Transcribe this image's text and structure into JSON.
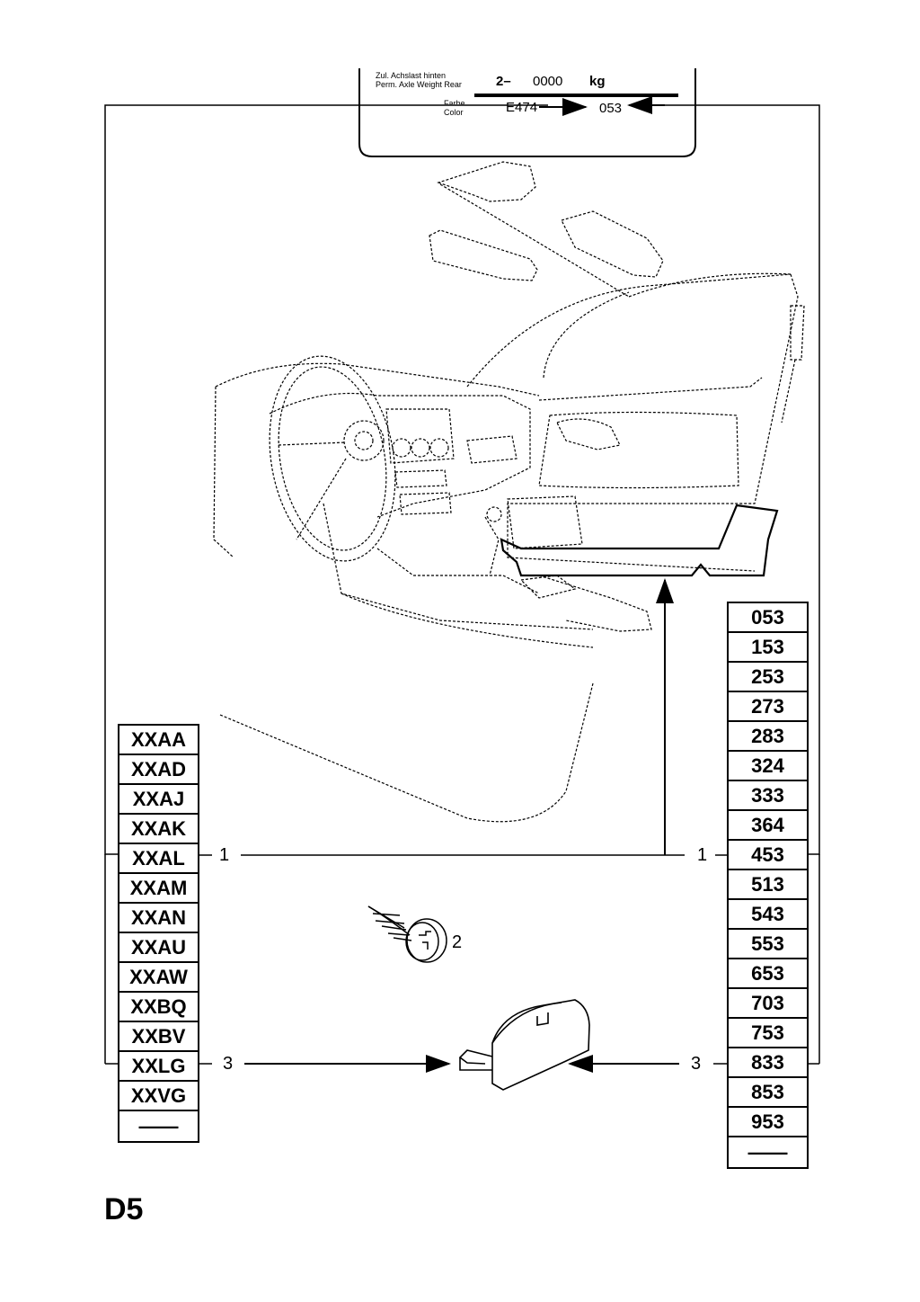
{
  "label_plate": {
    "axle_label_de": "Zul. Achslast hinten",
    "axle_label_en": "Perm. Axle Weight Rear",
    "axle_prefix": "2–",
    "axle_value": "0000",
    "axle_unit": "kg",
    "color_label_de": "Farbe",
    "color_label_en": "Color",
    "color_code": "E474",
    "trim_code": "053"
  },
  "left_codes": [
    "XXAA",
    "XXAD",
    "XXAJ",
    "XXAK",
    "XXAL",
    "XXAM",
    "XXAN",
    "XXAU",
    "XXAW",
    "XXBQ",
    "XXBV",
    "XXLG",
    "XXVG",
    "——"
  ],
  "right_codes": [
    "053",
    "153",
    "253",
    "273",
    "283",
    "324",
    "333",
    "364",
    "453",
    "513",
    "543",
    "553",
    "653",
    "703",
    "753",
    "833",
    "853",
    "953",
    "——"
  ],
  "callouts": {
    "part1_left": "1",
    "part1_right": "1",
    "part2": "2",
    "part3_left": "3",
    "part3_right": "3"
  },
  "page_id": "D5"
}
